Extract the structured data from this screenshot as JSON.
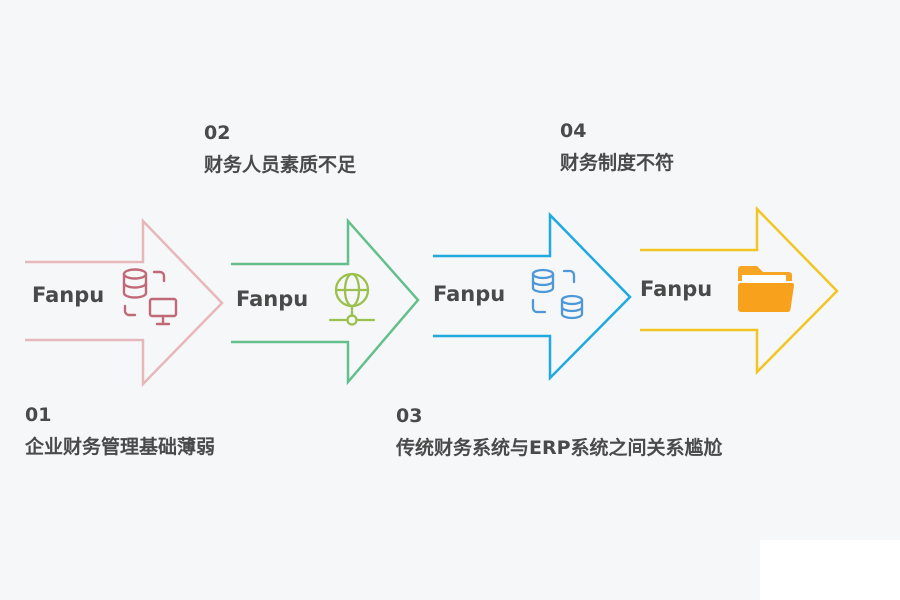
{
  "steps": [
    {
      "num": "01",
      "text": "企业财务管理基础薄弱",
      "brand": "Fanpu",
      "color": "#e6b8bc",
      "icon": "database-monitor-icon"
    },
    {
      "num": "02",
      "text": "财务人员素质不足",
      "brand": "Fanpu",
      "color": "#63c08c",
      "icon": "globe-network-icon"
    },
    {
      "num": "03",
      "text": "传统财务系统与ERP系统之间关系尴尬",
      "brand": "Fanpu",
      "color": "#1fa9e1",
      "icon": "database-sync-icon"
    },
    {
      "num": "04",
      "text": "财务制度不符",
      "brand": "Fanpu",
      "color": "#f3c523",
      "icon": "folder-icon"
    }
  ]
}
